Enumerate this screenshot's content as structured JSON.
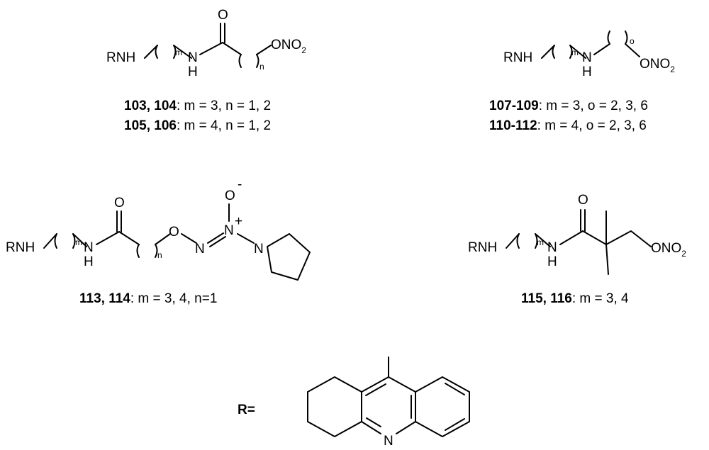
{
  "labels": {
    "rnh": "RNH",
    "n": "N",
    "h": "H",
    "o": "O",
    "ono2_main": "ONO",
    "ono2_sub": "2",
    "o_minus": "-",
    "plus": "+",
    "r_eq": "R=",
    "m": "m",
    "n_idx": "n",
    "o_idx": "o"
  },
  "captions": {
    "c1_line1_bold": "103, 104",
    "c1_line1_rest": ": m = 3, n = 1, 2",
    "c1_line2_bold": "105, 106",
    "c1_line2_rest": ": m = 4, n = 1, 2",
    "c2_line1_bold": "107-109",
    "c2_line1_rest": ": m = 3, o = 2, 3, 6",
    "c2_line2_bold": "110-112",
    "c2_line2_rest": ": m = 4, o = 2, 3, 6",
    "c3_bold": "113, 114",
    "c3_rest": ": m = 3, 4, n=1",
    "c4_bold": "115, 116",
    "c4_rest": ": m = 3, 4"
  }
}
